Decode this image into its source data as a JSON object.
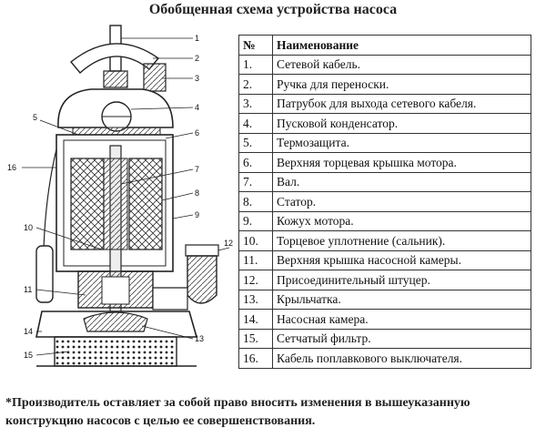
{
  "title": "Обобщенная схема устройства насоса",
  "table": {
    "header_num": "№",
    "header_name": "Наименование",
    "rows": [
      {
        "num": "1.",
        "name": "Сетевой кабель."
      },
      {
        "num": "2.",
        "name": "Ручка для переноски."
      },
      {
        "num": "3.",
        "name": "Патрубок для выхода сетевого кабеля."
      },
      {
        "num": "4.",
        "name": "Пусковой конденсатор."
      },
      {
        "num": "5.",
        "name": "Термозащита."
      },
      {
        "num": "6.",
        "name": "Верхняя торцевая крышка мотора."
      },
      {
        "num": "7.",
        "name": "Вал."
      },
      {
        "num": "8.",
        "name": "Статор."
      },
      {
        "num": "9.",
        "name": "Кожух мотора."
      },
      {
        "num": "10.",
        "name": "Торцевое уплотнение (сальник)."
      },
      {
        "num": "11.",
        "name": "Верхняя крышка насосной камеры."
      },
      {
        "num": "12.",
        "name": "Присоединительный штуцер."
      },
      {
        "num": "13.",
        "name": "Крыльчатка."
      },
      {
        "num": "14.",
        "name": "Насосная камера."
      },
      {
        "num": "15.",
        "name": "Сетчатый фильтр."
      },
      {
        "num": "16.",
        "name": "Кабель поплавкового выключателя."
      }
    ]
  },
  "diagram": {
    "labels": [
      "1",
      "2",
      "3",
      "4",
      "5",
      "6",
      "7",
      "8",
      "9",
      "10",
      "11",
      "12",
      "13",
      "14",
      "15",
      "16"
    ]
  },
  "note_line1": "*Производитель оставляет за собой право вносить изменения в вышеуказанную",
  "note_line2": "конструкцию насосов с целью ее совершенствования."
}
